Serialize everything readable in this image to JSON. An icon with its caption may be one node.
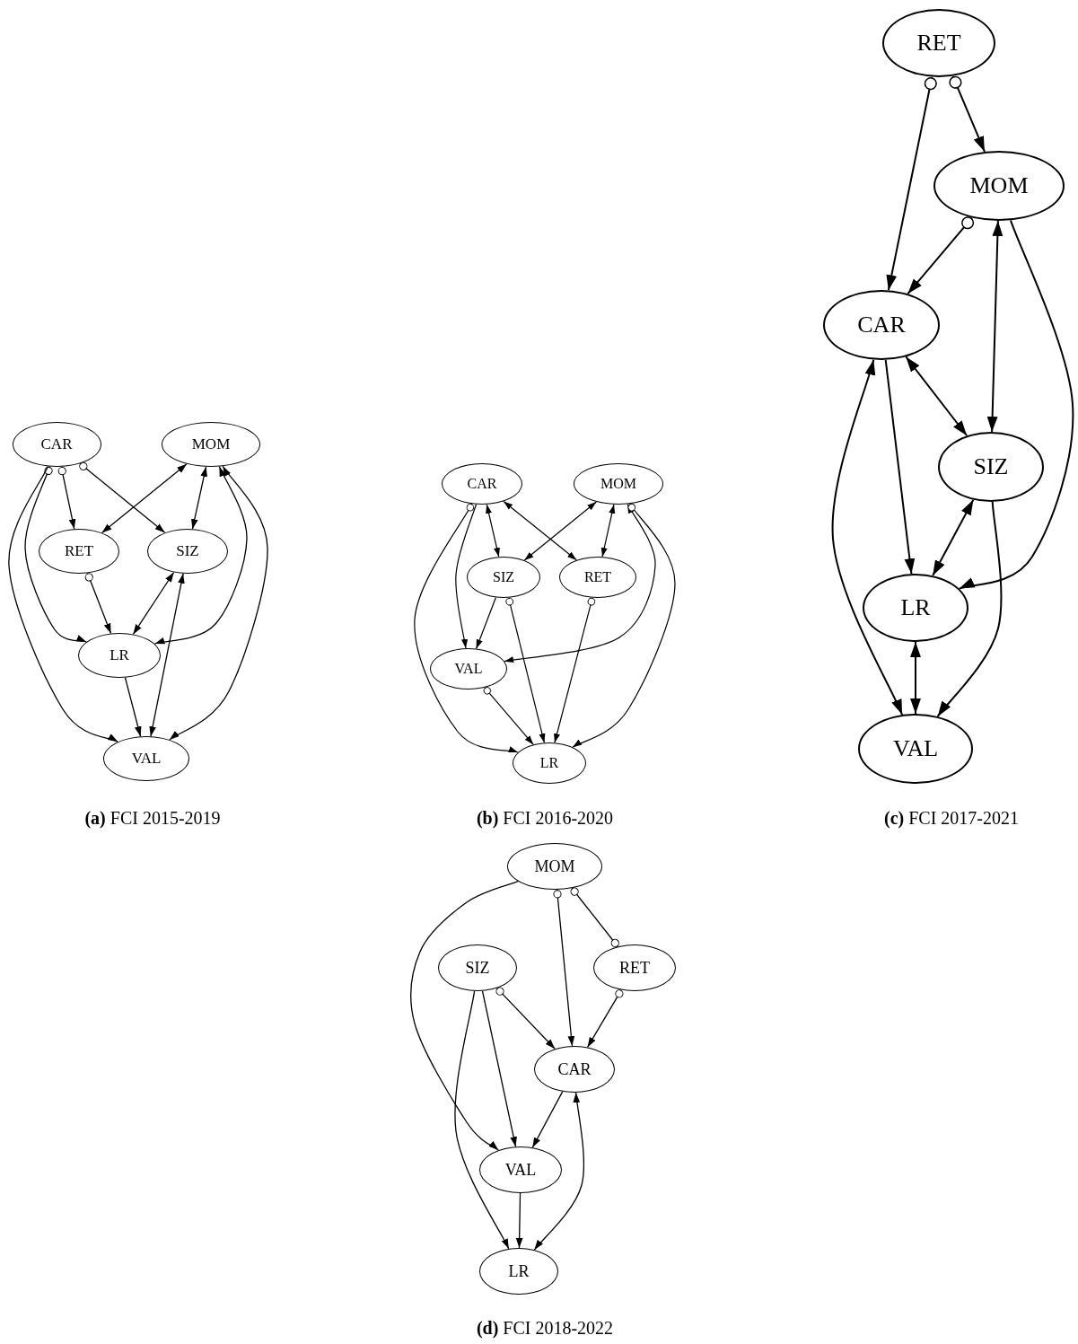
{
  "diagram": {
    "nodes": [
      {
        "text": [
          "CAR"
        ]
      },
      {
        "text": [
          "MOM"
        ]
      },
      {
        "text": [
          "RET"
        ]
      },
      {
        "text": [
          "SIZ"
        ]
      },
      {
        "text": [
          "LR"
        ]
      },
      {
        "text": [
          "VAL"
        ]
      },
      {
        "text": [
          "CAR"
        ]
      },
      {
        "text": [
          "MOM"
        ]
      },
      {
        "text": [
          "SIZ"
        ]
      },
      {
        "text": [
          "RET"
        ]
      },
      {
        "text": [
          "VAL"
        ]
      },
      {
        "text": [
          "LR"
        ]
      },
      {
        "text": [
          "RET"
        ]
      },
      {
        "text": [
          "MOM"
        ]
      },
      {
        "text": [
          "CAR"
        ]
      },
      {
        "text": [
          "SIZ"
        ]
      },
      {
        "text": [
          "LR"
        ]
      },
      {
        "text": [
          "VAL"
        ]
      },
      {
        "text": [
          "MOM"
        ]
      },
      {
        "text": [
          "SIZ"
        ]
      },
      {
        "text": [
          "RET"
        ]
      },
      {
        "text": [
          "CAR"
        ]
      },
      {
        "text": [
          "VAL"
        ]
      },
      {
        "text": [
          "LR"
        ]
      }
    ],
    "edges": [
      {
        "from": 0,
        "to": 2,
        "arrow": "to"
      },
      {
        "from": 0,
        "to": 3,
        "arrow": "to"
      },
      {
        "from": 0,
        "to": 4,
        "arrow": "to"
      },
      {
        "from": 0,
        "to": 5,
        "arrow": "to"
      },
      {
        "from": 1,
        "to": 2,
        "arrow": "both"
      },
      {
        "from": 1,
        "to": 3,
        "arrow": "both"
      },
      {
        "from": 1,
        "to": 4,
        "arrow": "both"
      },
      {
        "from": 1,
        "to": 5,
        "arrow": "both"
      },
      {
        "from": 2,
        "to": 4,
        "arrow": "to"
      },
      {
        "from": 3,
        "to": 4,
        "arrow": "both"
      },
      {
        "from": 3,
        "to": 5,
        "arrow": "both"
      },
      {
        "from": 4,
        "to": 5,
        "arrow": "to"
      },
      {
        "from": 6,
        "to": 11,
        "arrow": "to"
      },
      {
        "from": 6,
        "to": 10,
        "arrow": "to"
      },
      {
        "from": 6,
        "to": 8,
        "arrow": "both"
      },
      {
        "from": 6,
        "to": 9,
        "arrow": "both"
      },
      {
        "from": 7,
        "to": 8,
        "arrow": "both"
      },
      {
        "from": 7,
        "to": 9,
        "arrow": "both"
      },
      {
        "from": 7,
        "to": 10,
        "arrow": "both"
      },
      {
        "from": 7,
        "to": 11,
        "arrow": "to"
      },
      {
        "from": 8,
        "to": 10,
        "arrow": "to"
      },
      {
        "from": 8,
        "to": 11,
        "arrow": "to"
      },
      {
        "from": 9,
        "to": 11,
        "arrow": "to"
      },
      {
        "from": 10,
        "to": 11,
        "arrow": "to"
      },
      {
        "from": 12,
        "to": 14,
        "arrow": "to"
      },
      {
        "from": 12,
        "to": 13,
        "arrow": "to"
      },
      {
        "from": 13,
        "to": 14,
        "arrow": "to"
      },
      {
        "from": 13,
        "to": 15,
        "arrow": "both"
      },
      {
        "from": 13,
        "to": 16,
        "arrow": "to"
      },
      {
        "from": 14,
        "to": 15,
        "arrow": "both"
      },
      {
        "from": 14,
        "to": 16,
        "arrow": "to"
      },
      {
        "from": 14,
        "to": 17,
        "arrow": "both"
      },
      {
        "from": 15,
        "to": 16,
        "arrow": "both"
      },
      {
        "from": 15,
        "to": 17,
        "arrow": "to"
      },
      {
        "from": 16,
        "to": 17,
        "arrow": "both"
      },
      {
        "from": 18,
        "to": 22,
        "arrow": "to"
      },
      {
        "from": 18,
        "to": 21,
        "arrow": "to"
      },
      {
        "from": 18,
        "to": 20,
        "arrow": "other"
      },
      {
        "from": 19,
        "to": 21,
        "arrow": "to"
      },
      {
        "from": 19,
        "to": 22,
        "arrow": "to"
      },
      {
        "from": 19,
        "to": 23,
        "arrow": "to"
      },
      {
        "from": 20,
        "to": 21,
        "arrow": "to"
      },
      {
        "from": 21,
        "to": 22,
        "arrow": "to"
      },
      {
        "from": 21,
        "to": 23,
        "arrow": "both"
      },
      {
        "from": 22,
        "to": 23,
        "arrow": "to"
      }
    ],
    "labels": [
      "**(a)** FCI 2015-2019",
      "**(b)** FCI 2016-2020",
      "**(c)** FCI 2017-2021",
      "**(d)** FCI 2018-2022"
    ]
  }
}
